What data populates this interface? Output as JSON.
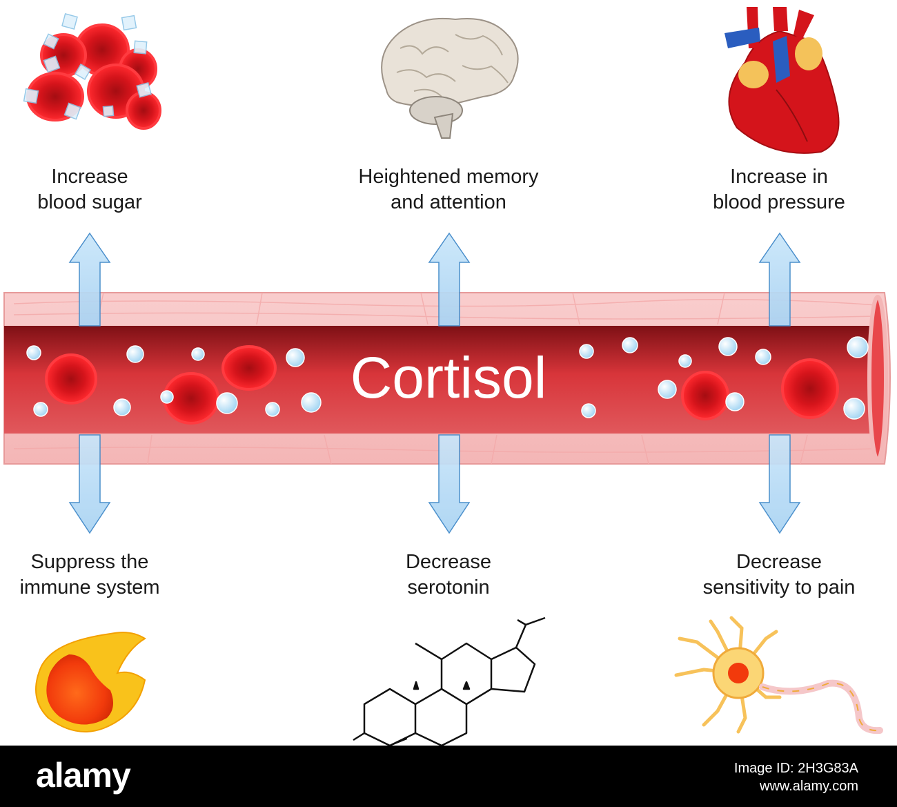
{
  "title": "Cortisol",
  "effects_up": [
    {
      "line1": "Increase",
      "line2": "blood sugar",
      "icon": "blood-sugar-icon"
    },
    {
      "line1": "Heightened memory",
      "line2": "and attention",
      "icon": "brain-icon"
    },
    {
      "line1": "Increase in",
      "line2": "blood pressure",
      "icon": "heart-icon"
    }
  ],
  "effects_down": [
    {
      "line1": "Suppress the",
      "line2": "immune system",
      "icon": "immune-cell-icon"
    },
    {
      "line1": "Decrease",
      "line2": "serotonin",
      "icon": "steroid-molecule-icon"
    },
    {
      "line1": "Decrease",
      "line2": "sensitivity to pain",
      "icon": "neuron-icon"
    }
  ],
  "footer": {
    "brand": "alamy",
    "image_id_label": "Image ID: 2H3G83A",
    "url": "www.alamy.com"
  },
  "colors": {
    "vessel_wall": "#f7c1c1",
    "vessel_lumen": "#c8252c",
    "arrow": "#bfe0f7",
    "arrow_stroke": "#3d87c8",
    "cell": "#e0141c",
    "molecule": "#bfe4f7"
  }
}
